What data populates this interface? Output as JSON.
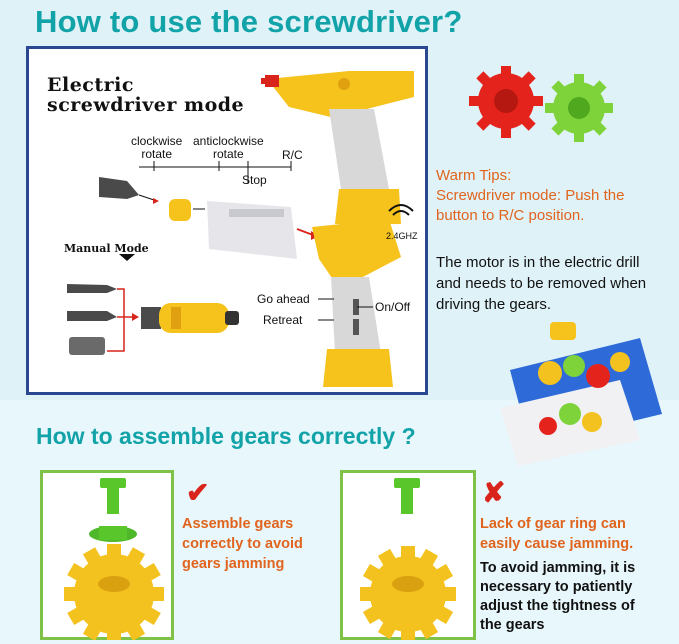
{
  "header": {
    "title": "How to use the screwdriver?"
  },
  "electric_panel": {
    "mode_title_line1": "Electric",
    "mode_title_line2": "screwdriver mode",
    "clockwise_line1": "clockwise",
    "clockwise_line2": "rotate",
    "anticlockwise_line1": "anticlockwise",
    "anticlockwise_line2": "rotate",
    "rc_label": "R/C",
    "stop_label": "Stop",
    "signal_label": "2.4GHZ",
    "manual_mode_label": "Manual Mode",
    "go_ahead_label": "Go ahead",
    "retreat_label": "Retreat",
    "onoff_label": "On/Off"
  },
  "tips": {
    "line1": "Warm Tips:",
    "line2": "Screwdriver mode: Push the",
    "line3": "button to R/C position.",
    "motor_line1": "The motor is in the electric drill",
    "motor_line2": "and needs to be removed when",
    "motor_line3": "driving the gears."
  },
  "assemble": {
    "title": "How to assemble gears correctly ?",
    "good_line1": "Assemble gears",
    "good_line2": "correctly to avoid",
    "good_line3": "gears jamming",
    "bad_line1": "Lack of gear ring can",
    "bad_line2": "easily cause jamming.",
    "bad2_line1": "To avoid jamming, it is",
    "bad2_line2": "necessary to patiently",
    "bad2_line3": "adjust the tightness of",
    "bad2_line4": "the gears",
    "check_mark": "✔",
    "cross_mark": "✘"
  },
  "colors": {
    "heading": "#12a3a8",
    "warning": "#e0641d",
    "panel_border": "#2a4792",
    "card_border": "#7fc247",
    "gear_yellow": "#f4c21e",
    "gear_red": "#e4241c",
    "gear_green": "#7fd33a"
  }
}
